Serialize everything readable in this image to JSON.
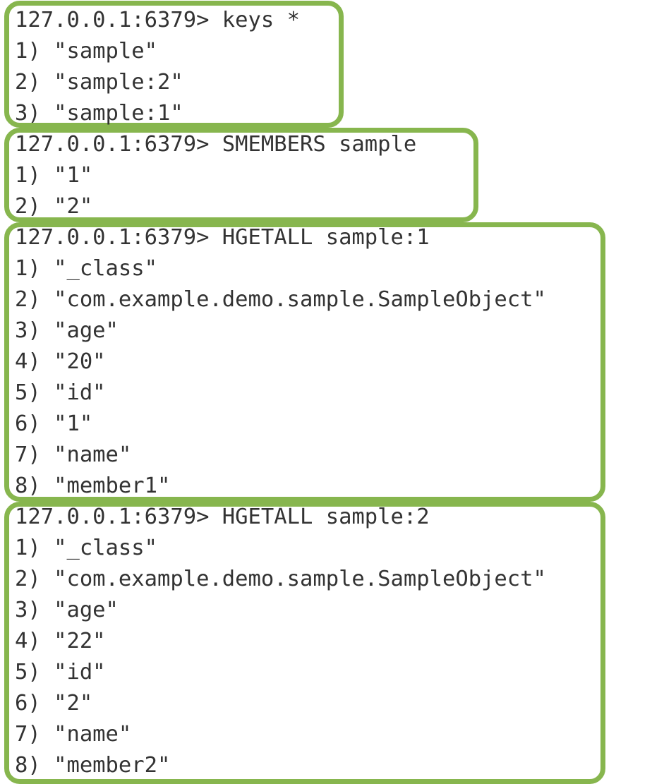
{
  "colors": {
    "highlight_border": "#87b64e",
    "text": "#333333",
    "background": "#ffffff"
  },
  "sessions": [
    {
      "command": "127.0.0.1:6379> keys *",
      "output": [
        "1) \"sample\"",
        "2) \"sample:2\"",
        "3) \"sample:1\""
      ]
    },
    {
      "command": "127.0.0.1:6379> SMEMBERS sample",
      "output": [
        "1) \"1\"",
        "2) \"2\""
      ]
    },
    {
      "command": "127.0.0.1:6379> HGETALL sample:1",
      "output": [
        "1) \"_class\"",
        "2) \"com.example.demo.sample.SampleObject\"",
        "3) \"age\"",
        "4) \"20\"",
        "5) \"id\"",
        "6) \"1\"",
        "7) \"name\"",
        "8) \"member1\""
      ]
    },
    {
      "command": "127.0.0.1:6379> HGETALL sample:2",
      "output": [
        "1) \"_class\"",
        "2) \"com.example.demo.sample.SampleObject\"",
        "3) \"age\"",
        "4) \"22\"",
        "5) \"id\"",
        "6) \"2\"",
        "7) \"name\"",
        "8) \"member2\""
      ]
    }
  ]
}
